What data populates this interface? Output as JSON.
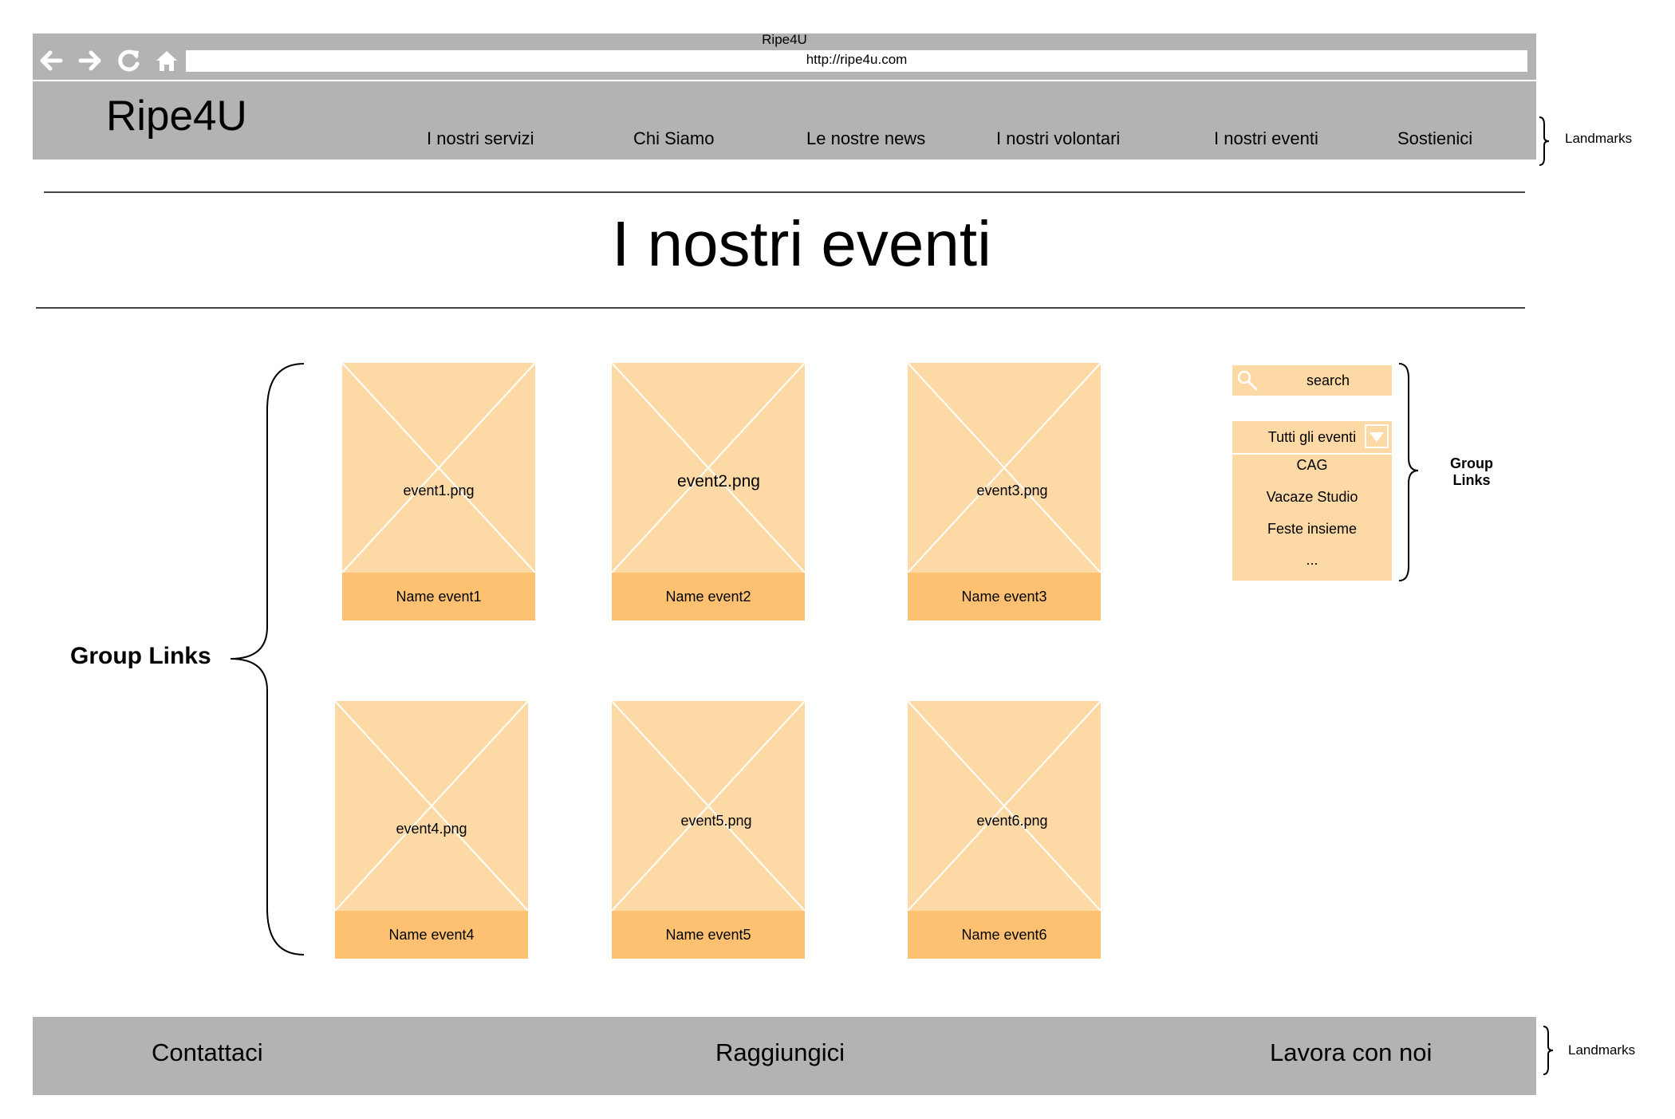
{
  "browser": {
    "title": "Ripe4U",
    "url": "http://ripe4u.com",
    "icons": [
      "arrow-left-icon",
      "arrow-right-icon",
      "reload-icon",
      "home-icon"
    ]
  },
  "header": {
    "logo": "Ripe4U",
    "nav": [
      "I nostri servizi",
      "Chi Siamo",
      "Le nostre news",
      "I nostri volontari",
      "I nostri eventi",
      "Sostienici"
    ]
  },
  "page": {
    "title": "I nostri eventi"
  },
  "events": [
    {
      "image": "event1.png",
      "name": "Name event1"
    },
    {
      "image": "event2.png",
      "name": "Name event2"
    },
    {
      "image": "event3.png",
      "name": "Name event3"
    },
    {
      "image": "event4.png",
      "name": "Name event4"
    },
    {
      "image": "event5.png",
      "name": "Name event5"
    },
    {
      "image": "event6.png",
      "name": "Name event6"
    }
  ],
  "sidebar": {
    "search_label": "search",
    "filter": {
      "selected": "Tutti gli eventi",
      "options": [
        "CAG",
        "Vacaze Studio",
        "Feste insieme",
        "..."
      ]
    }
  },
  "annotations": {
    "landmarks": "Landmarks",
    "group_links": "Group Links",
    "group_links_small": [
      "Group",
      "Links"
    ]
  },
  "footer": {
    "links": [
      "Contattaci",
      "Raggiungici",
      "Lavora con noi"
    ]
  },
  "colors": {
    "chrome_gray": "#b3b3b3",
    "placeholder": "#fdd9a6",
    "caption_bar": "#fec171"
  }
}
